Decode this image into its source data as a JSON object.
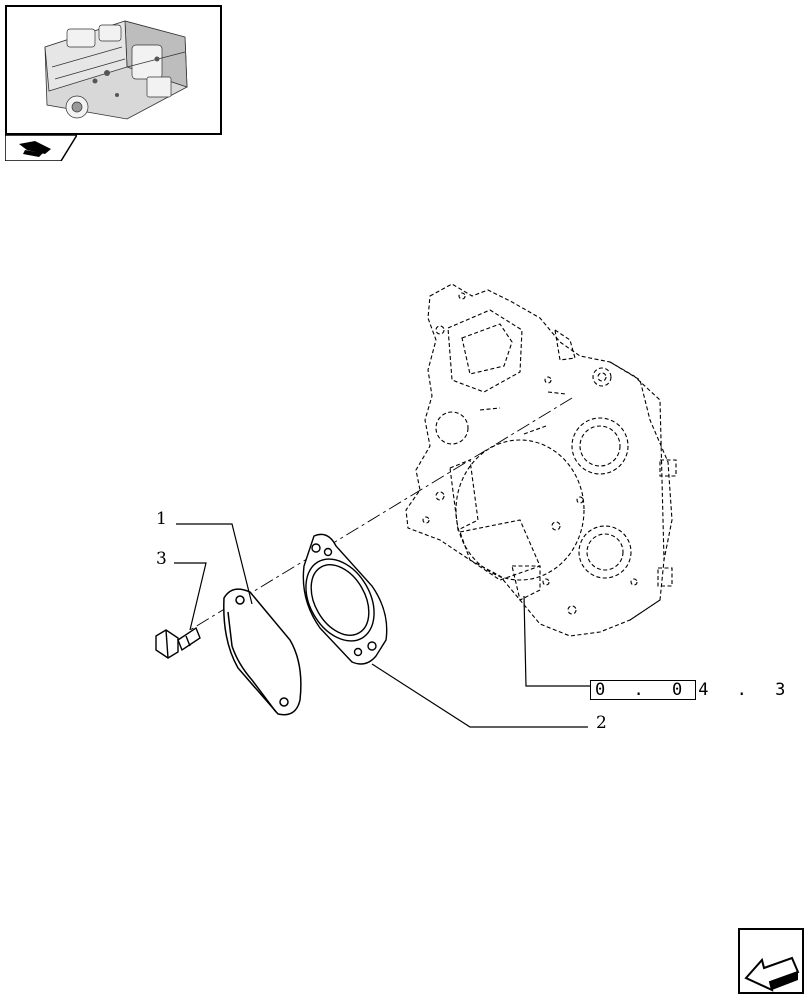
{
  "thumbnail": {
    "icon": "engine-thumbnail"
  },
  "book_tab": {
    "icon": "book-hand-icon"
  },
  "callouts": {
    "c1": "1",
    "c2": "2",
    "c3": "3"
  },
  "reference": {
    "boxed": "0 . 0",
    "rest": "4 . 3"
  },
  "nav": {
    "icon": "next-page-arrow-icon"
  },
  "parts": {
    "p1": "cover-plate",
    "p2": "gasket",
    "p3": "bolt",
    "housing": "timing-gear-housing"
  }
}
